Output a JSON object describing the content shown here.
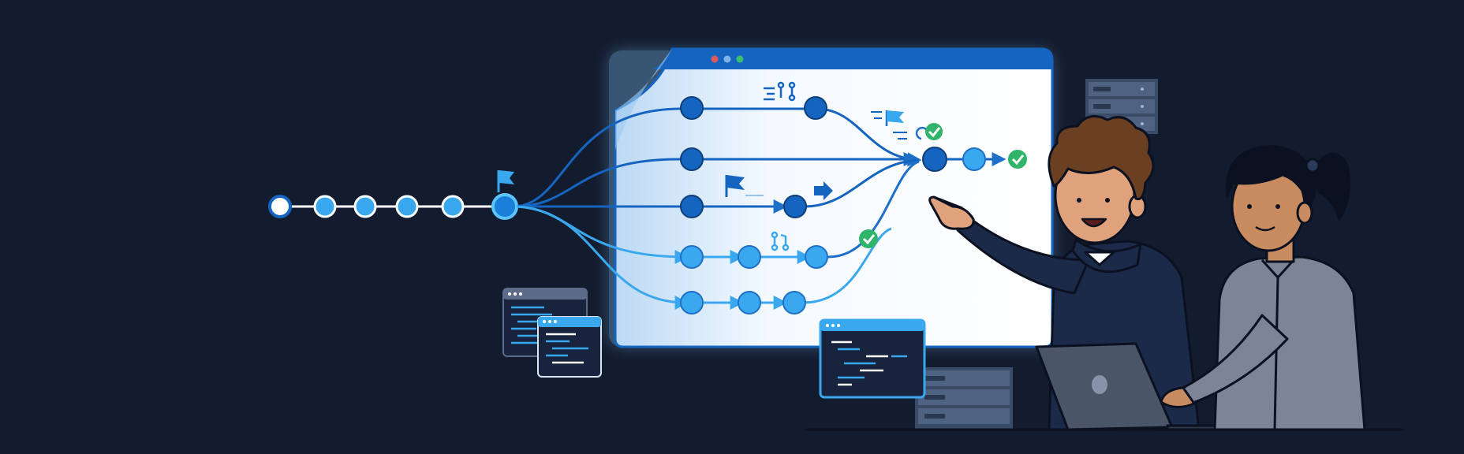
{
  "palette": {
    "background": "#131b2e",
    "primary_blue": "#1565c0",
    "light_blue": "#3aa8ee",
    "success_green": "#2fb46a",
    "screen_white": "#f7fbff",
    "dark_navy": "#1c2a4a"
  },
  "git_graph": {
    "main_line_commits": 6,
    "branches": 5,
    "merged_branches": 5
  },
  "icons": [
    "flag-icon",
    "merge-icon",
    "pull-request-icon",
    "check-icon",
    "arrow-icon",
    "server-icon",
    "code-window-icon",
    "laptop-icon"
  ]
}
